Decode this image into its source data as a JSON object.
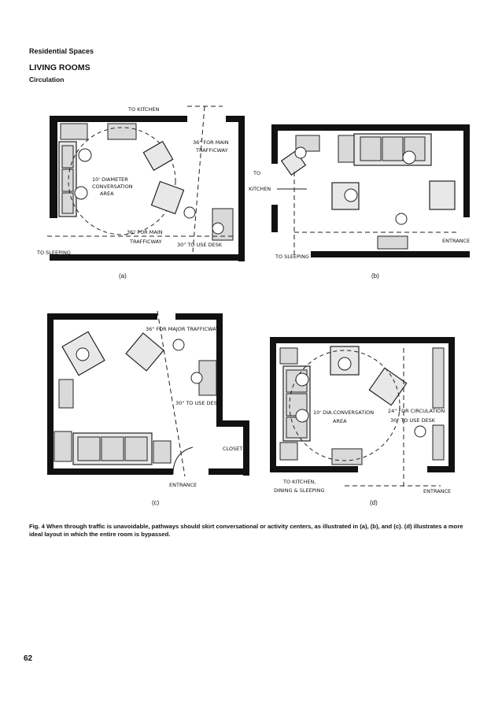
{
  "header": {
    "section": "Residential Spaces",
    "title": "LIVING ROOMS",
    "subtitle": "Circulation"
  },
  "plans": {
    "a": {
      "letter": "(a)",
      "to_kitchen": "TO KITCHEN",
      "main_pathway_top": "36\" FOR MAIN",
      "main_pathway_top2": "TRAFFICWAY",
      "conversation": "10' DIAMETER",
      "conversation2": "CONVERSATION",
      "conversation3": "AREA",
      "main_pathway_bottom": "36\" FOR MAIN",
      "main_pathway_bottom2": "TRAFFICWAY",
      "use_desk": "30\" TO USE DESK",
      "to_sleeping": "TO SLEEPING"
    },
    "b": {
      "letter": "(b)",
      "to_kitchen_1": "TO",
      "to_kitchen_2": "KITCHEN",
      "entrance": "ENTRANCE",
      "to_sleeping": "TO SLEEPING"
    },
    "c": {
      "letter": "(c)",
      "major_trafficway": "36\" FOR MAJOR TRAFFICWAY",
      "use_desk": "30\" TO USE DESK",
      "closet": "CLOSET",
      "entrance": "ENTRANCE"
    },
    "d": {
      "letter": "(d)",
      "conversation": "10' DIA.CONVERSATION",
      "conversation2": "AREA",
      "circulation": "24\" FOR CIRCULATION",
      "use_desk": "30\" TO USE DESK",
      "to_kitchen_1": "TO KITCHEN,",
      "to_kitchen_2": "DINING & SLEEPING",
      "entrance": "ENTRANCE"
    }
  },
  "caption": "Fig. 4   When through traffic is unavoidable, pathways should skirt conversational or activity centers, as illustrated in (a), (b), and (c). (d) illustrates a more ideal layout in which the entire room is bypassed.",
  "page_number": "62"
}
